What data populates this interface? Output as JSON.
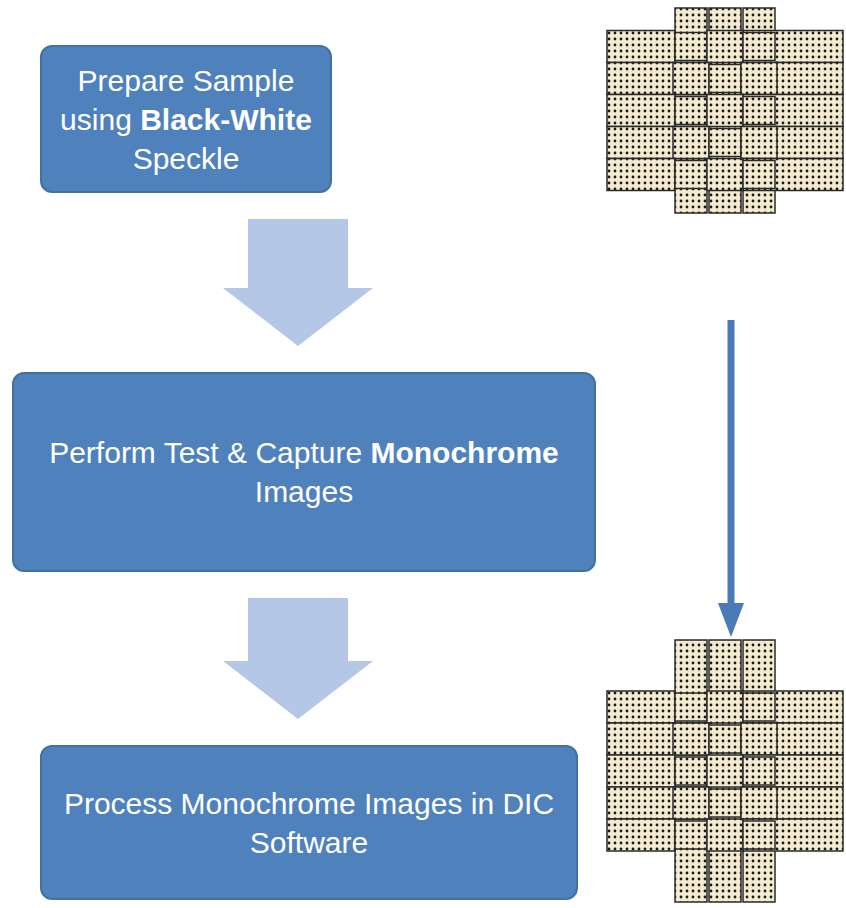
{
  "diagram": {
    "nodes": [
      {
        "text": [
          "Prepare Sample using Black-White Speckle"
        ]
      },
      {
        "text": [
          "Perform Test & Capture Monochrome Images"
        ]
      },
      {
        "text": [
          "Process Monochrome Images in DIC Software"
        ]
      }
    ],
    "edges": [
      {
        "from": 0,
        "to": 1,
        "arrow": "to"
      },
      {
        "from": 1,
        "to": 2,
        "arrow": "to"
      }
    ]
  }
}
